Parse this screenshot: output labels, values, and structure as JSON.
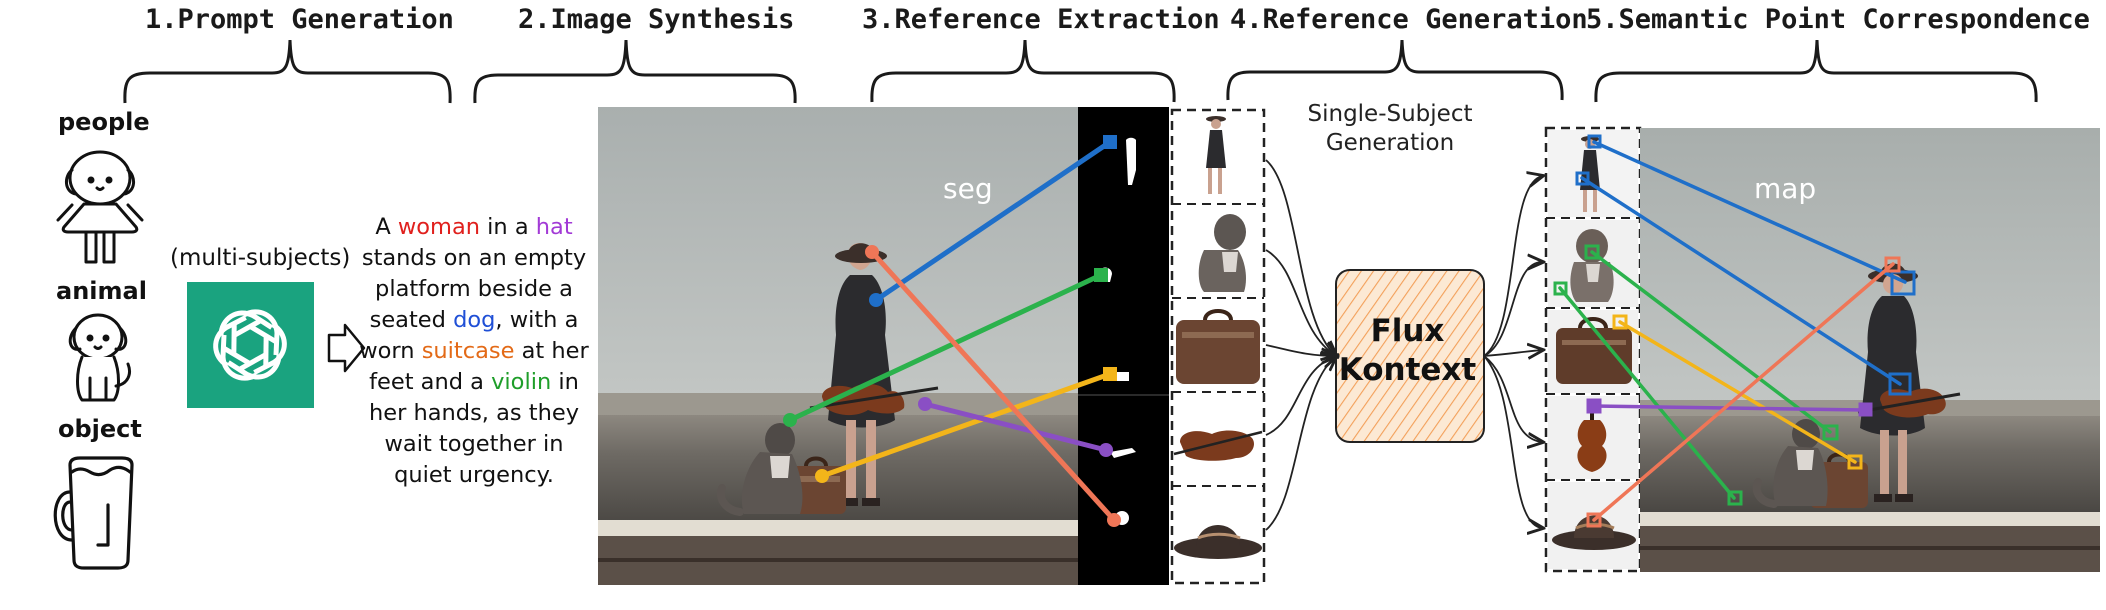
{
  "stages": [
    {
      "title": "1.Prompt Generation"
    },
    {
      "title": "2.Image Synthesis"
    },
    {
      "title": "3.Reference Extraction"
    },
    {
      "title": "4.Reference Generation"
    },
    {
      "title": "5.Semantic Point Correspondence"
    }
  ],
  "categories": {
    "people": "people",
    "animal": "animal",
    "object": "object"
  },
  "multi_subjects_label": "(multi-subjects)",
  "prompt": {
    "segments": [
      {
        "text": "A ",
        "color": "#111111"
      },
      {
        "text": "woman",
        "color": "#e0201d"
      },
      {
        "text": " in a ",
        "color": "#111111"
      },
      {
        "text": "hat",
        "color": "#a23ad6"
      },
      {
        "text": " stands on an empty platform beside a seated ",
        "color": "#111111"
      },
      {
        "text": "dog",
        "color": "#1f4fd6"
      },
      {
        "text": ", with a worn ",
        "color": "#111111"
      },
      {
        "text": "suitcase",
        "color": "#e36a17"
      },
      {
        "text": " at her feet and a ",
        "color": "#111111"
      },
      {
        "text": "violin",
        "color": "#1f9e2a"
      },
      {
        "text": " in her hands, as they wait together in quiet urgency.",
        "color": "#111111"
      }
    ]
  },
  "seg_label": "seg",
  "map_label": "map",
  "single_subject_label_line1": "Single-Subject",
  "single_subject_label_line2": "Generation",
  "flux_label_line1": "Flux",
  "flux_label_line2": "Kontext",
  "colors": {
    "blue": "#1f6fc9",
    "green": "#2bb24c",
    "yellow": "#f3b51a",
    "purple": "#8a4fc4",
    "salmon": "#ef7657",
    "openai_green": "#1aa37f",
    "flux_fill": "#fce9d4",
    "flux_hatch": "#f3a05a"
  },
  "icons": [
    "doll-icon",
    "dog-icon",
    "mug-icon",
    "openai-logo-icon",
    "arrow-right-icon"
  ]
}
